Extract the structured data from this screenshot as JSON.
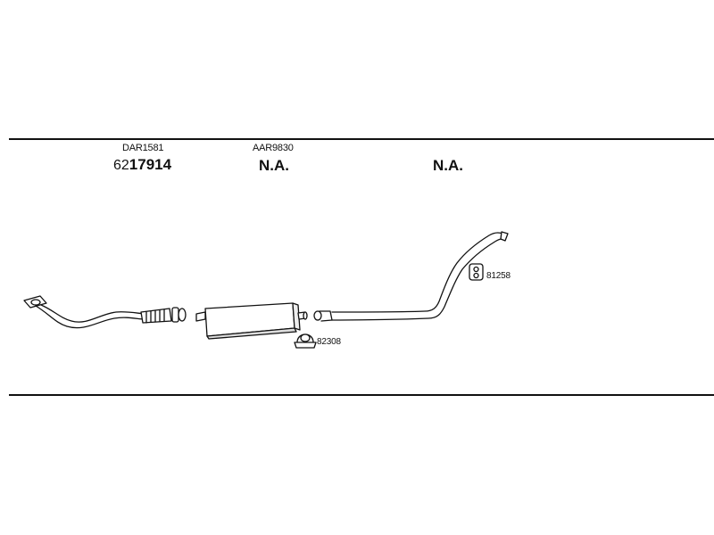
{
  "columns": [
    {
      "code": "DAR1581",
      "prefix": "62",
      "number": "17914"
    },
    {
      "code": "AAR9830",
      "prefix": "",
      "number": "N.A."
    },
    {
      "code": "",
      "prefix": "",
      "number": "N.A."
    }
  ],
  "accessories": [
    {
      "ref": "81258",
      "icon": "rubber-hanger-icon"
    },
    {
      "ref": "82308",
      "icon": "pipe-clamp-icon"
    }
  ]
}
